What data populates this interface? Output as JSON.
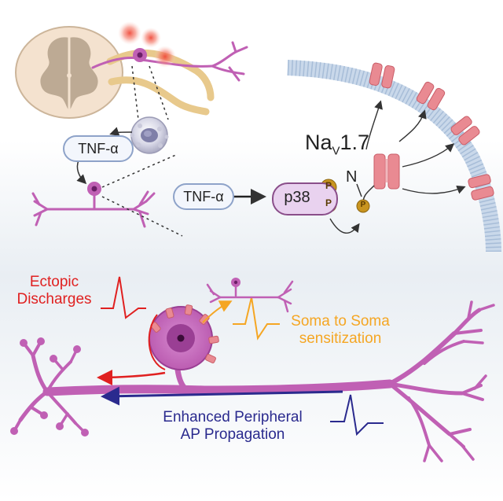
{
  "labels": {
    "tnf_top": "TNF-α",
    "tnf_mid": "TNF-α",
    "p38": "p38",
    "p": "P",
    "n_terminus": "N",
    "nav_base": "Na",
    "nav_sub": "V",
    "nav_suffix": "1.7",
    "ectopic_line1": "Ectopic",
    "ectopic_line2": "Discharges",
    "soma_line1": "Soma to Soma",
    "soma_line2": "sensitization",
    "enhanced_line1": "Enhanced Peripheral",
    "enhanced_line2": "AP Propagation"
  },
  "colors": {
    "neuron": "#c060b4",
    "neuron_dark": "#9a3f94",
    "red": "#e02020",
    "orange": "#f5a623",
    "blue": "#2a2a8e",
    "channel": "#e98a92",
    "phospho": "#c8941f",
    "membrane": "#c9d8ea",
    "background_fade": "#e9eef3"
  }
}
